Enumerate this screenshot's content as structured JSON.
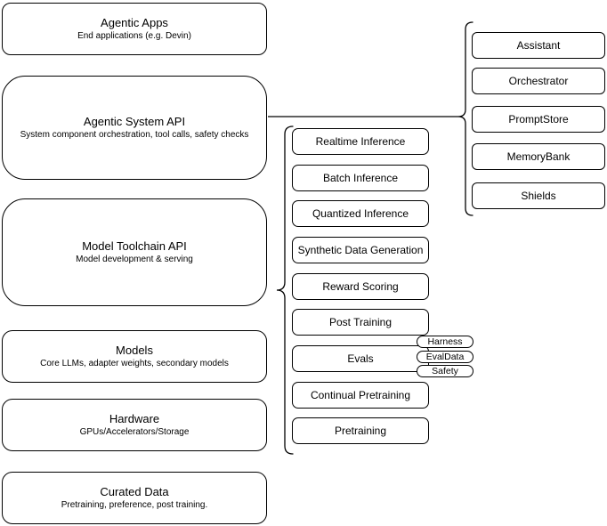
{
  "colors": {
    "stroke": "#000000",
    "fill": "#ffffff",
    "text": "#000000",
    "background": "#ffffff"
  },
  "left_column": [
    {
      "title": "Agentic Apps",
      "subtitle": "End applications (e.g. Devin)"
    },
    {
      "title": "Agentic System API",
      "subtitle": "System component orchestration, tool calls, safety checks"
    },
    {
      "title": "Model Toolchain API",
      "subtitle": "Model development & serving"
    },
    {
      "title": "Models",
      "subtitle": "Core LLMs, adapter weights, secondary models"
    },
    {
      "title": "Hardware",
      "subtitle": "GPUs/Accelerators/Storage"
    },
    {
      "title": "Curated Data",
      "subtitle": "Pretraining, preference, post training."
    }
  ],
  "toolchain_services": [
    {
      "label": "Realtime Inference"
    },
    {
      "label": "Batch Inference"
    },
    {
      "label": "Quantized Inference"
    },
    {
      "label": "Synthetic Data Generation"
    },
    {
      "label": "Reward Scoring"
    },
    {
      "label": "Post Training"
    },
    {
      "label": "Evals"
    },
    {
      "label": "Continual Pretraining"
    },
    {
      "label": "Pretraining"
    }
  ],
  "evals_components": [
    {
      "label": "Harness"
    },
    {
      "label": "EvalData"
    },
    {
      "label": "Safety"
    }
  ],
  "system_components": [
    {
      "label": "Assistant"
    },
    {
      "label": "Orchestrator"
    },
    {
      "label": "PromptStore"
    },
    {
      "label": "MemoryBank"
    },
    {
      "label": "Shields"
    }
  ]
}
